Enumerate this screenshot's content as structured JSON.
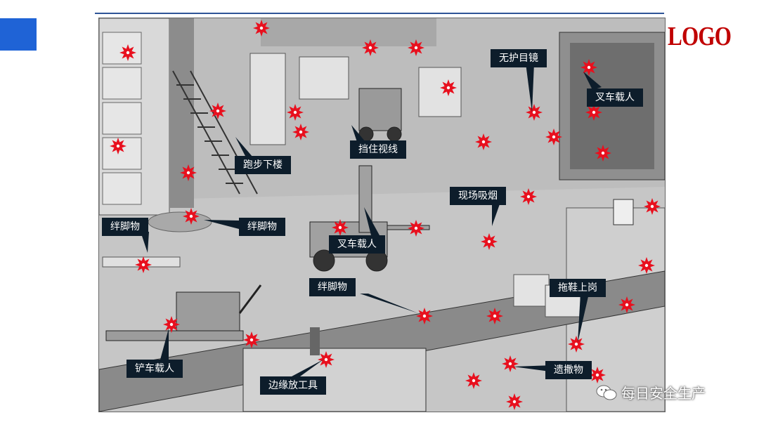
{
  "header": {
    "logo_text": "LOGO"
  },
  "labels": {
    "no_goggles": "无护目镜",
    "forklift_passenger_top": "叉车载人",
    "running_downstairs": "跑步下楼",
    "blocked_view": "挡住视线",
    "smoking_onsite": "现场吸烟",
    "tripping_left": "绊脚物",
    "tripping_mid": "绊脚物",
    "forklift_passenger_mid": "叉车载人",
    "tripping_lower": "绊脚物",
    "slippers_on_duty": "拖鞋上岗",
    "pallet_jack_passenger": "铲车载人",
    "tools_at_edge": "边缘放工具",
    "spilled_items": "遗撒物"
  },
  "watermark": {
    "text": "每日安全生产",
    "icon": "wechat-icon"
  },
  "colors": {
    "accent_blue": "#1f63d6",
    "logo_red": "#c00000",
    "label_bg": "#0d1d2b",
    "hazard_star": "#e8101e"
  }
}
